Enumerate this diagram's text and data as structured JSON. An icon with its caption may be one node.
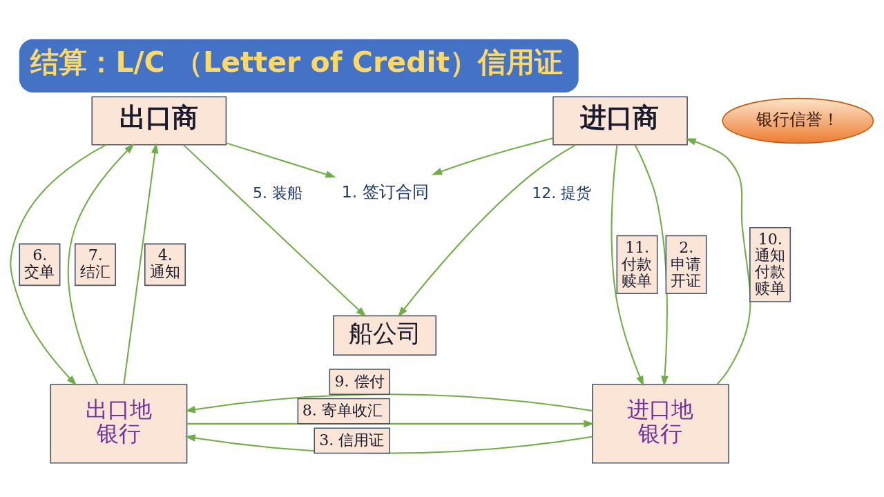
{
  "diagram": {
    "title": "结算：L/C （Letter of Credit）信用证",
    "nodes": [
      {
        "text": [
          "银行信誉！"
        ]
      },
      {
        "text": [
          "出口商"
        ]
      },
      {
        "text": [
          "1. 签订合同"
        ]
      },
      {
        "text": [
          "进口商"
        ]
      },
      {
        "text": [
          "船公司"
        ]
      },
      {
        "text": [
          "出口地银行"
        ]
      },
      {
        "text": [
          "进口地银行"
        ]
      }
    ],
    "edges": [
      {
        "from": 1,
        "to": 2,
        "arrow": "to"
      },
      {
        "from": 3,
        "to": 2,
        "arrow": "to"
      },
      {
        "from": 1,
        "to": 4,
        "arrow": "to",
        "label": "5. 装船"
      },
      {
        "from": 3,
        "to": 4,
        "arrow": "to",
        "label": "12. 提货"
      },
      {
        "from": 5,
        "to": 1,
        "arrow": "to",
        "label": "7. 结汇"
      },
      {
        "from": 1,
        "to": 5,
        "arrow": "to",
        "label": "6. 交单"
      },
      {
        "from": 5,
        "to": 1,
        "arrow": "to",
        "label": "4. 通知"
      },
      {
        "from": 6,
        "to": 3,
        "arrow": "to",
        "label": "10. 通知付款赎单"
      },
      {
        "from": 3,
        "to": 6,
        "arrow": "to",
        "label": "11. 付款赎单"
      },
      {
        "from": 3,
        "to": 6,
        "arrow": "to",
        "label": "2. 申请开证"
      },
      {
        "from": 6,
        "to": 5,
        "arrow": "to",
        "label": "3. 信用证"
      },
      {
        "from": 5,
        "to": 6,
        "arrow": "to",
        "label": "8. 寄单收汇"
      },
      {
        "from": 6,
        "to": 5,
        "arrow": "to",
        "label": "9. 偿付"
      }
    ]
  }
}
